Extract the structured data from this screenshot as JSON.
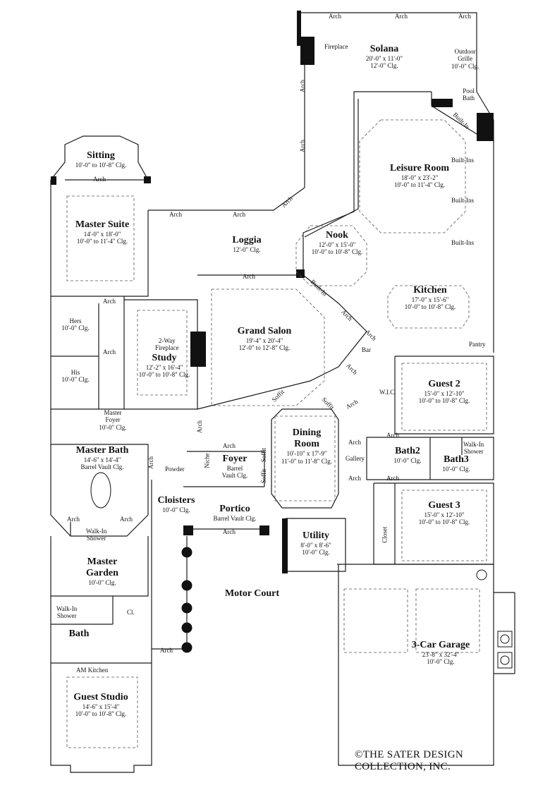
{
  "rooms": {
    "solana": {
      "name": "Solana",
      "d1": "20'-0\" x 11'-0\"",
      "d2": "12'-0\" Clg."
    },
    "fireplace": "Fireplace",
    "outdoor_grille": {
      "l1": "Outdoor",
      "l2": "Grille",
      "l3": "10'-0\" Clg."
    },
    "pool_bath": {
      "l1": "Pool",
      "l2": "Bath"
    },
    "sitting": {
      "name": "Sitting",
      "d1": "10'-0\" to 10'-8\" Clg."
    },
    "master_suite": {
      "name": "Master Suite",
      "d1": "14'-0\" x 18'-0\"",
      "d2": "10'-0\" to 11'-4\" Clg."
    },
    "leisure_room": {
      "name": "Leisure Room",
      "d1": "18'-0\" x 23'-2\"",
      "d2": "10'-0\" to 11'-4\" Clg."
    },
    "loggia": {
      "name": "Loggia",
      "d1": "12'-0\" Clg."
    },
    "nook": {
      "name": "Nook",
      "d1": "12'-0\" x 15'-0\"",
      "d2": "10'-0\" to 10'-8\" Clg."
    },
    "kitchen": {
      "name": "Kitchen",
      "d1": "17'-0\" x 15'-6\"",
      "d2": "10'-0\" to 10'-8\" Clg."
    },
    "hers": {
      "name": "Hers",
      "d1": "10'-0\" Clg."
    },
    "his": {
      "name": "His",
      "d1": "10'-0\" Clg."
    },
    "grand_salon": {
      "name": "Grand Salon",
      "d1": "19'-4\" x 20'-4\"",
      "d2": "12'-0\" to 12'-8\" Clg."
    },
    "two_way_fireplace": {
      "l1": "2-Way",
      "l2": "Fireplace"
    },
    "study": {
      "name": "Study",
      "d1": "12'-2\" x 16'-4\"",
      "d2": "10'-0\" to 10'-8\" Clg."
    },
    "bar": "Bar",
    "wic": "W.I.C.",
    "pantry": "Pantry",
    "guest2": {
      "name": "Guest 2",
      "d1": "15'-0\" x 12'-10\"",
      "d2": "10'-0\" to 10'-8\" Clg."
    },
    "master_foyer": {
      "l1": "Master",
      "l2": "Foyer",
      "l3": "10'-0\" Clg."
    },
    "master_bath": {
      "name": "Master Bath",
      "d1": "14'-6\" x 14'-4\"",
      "d2": "Barrel Vault Clg."
    },
    "powder": "Powder",
    "niche": "Niche",
    "foyer": {
      "name": "Foyer",
      "d1": "Barrel",
      "d2": "Vault Clg."
    },
    "dining_room": {
      "name1": "Dining",
      "name2": "Room",
      "d1": "10'-10\" x 17'-9\"",
      "d2": "11'-0\" to 11'-8\" Clg."
    },
    "gallery": "Gallery",
    "bath2": {
      "name": "Bath2",
      "d1": "10'-0\" Clg."
    },
    "bath3": {
      "name": "Bath3",
      "d1": "10'-0\" Clg."
    },
    "walkin_shower_bath3": {
      "l1": "Walk-In",
      "l2": "Shower"
    },
    "guest3": {
      "name": "Guest 3",
      "d1": "15'-0\" x 12'-10\"",
      "d2": "10'-0\" to 10'-8\" Clg."
    },
    "closet": "Closet",
    "cloisters": {
      "name": "Cloisters",
      "d1": "10'-0\" Clg."
    },
    "portico": {
      "name": "Portico",
      "d1": "Barrel Vault Clg."
    },
    "walkin_shower_master": {
      "l1": "Walk-In",
      "l2": "Shower"
    },
    "utility": {
      "name": "Utility",
      "d1": "8'-0\" x 8'-6\"",
      "d2": "10'-0\" Clg."
    },
    "master_garden": {
      "name1": "Master",
      "name2": "Garden",
      "d1": "10'-0\" Clg."
    },
    "motor_court": {
      "name": "Motor Court"
    },
    "walkin_shower_studio": {
      "l1": "Walk-In",
      "l2": "Shower"
    },
    "cl": "Cl.",
    "bath": {
      "name": "Bath"
    },
    "am_kitchen": "AM Kitchen",
    "garage": {
      "name": "3-Car Garage",
      "d1": "23'-8\" x 32'-4\"",
      "d2": "10'-0\"  Clg."
    },
    "guest_studio": {
      "name": "Guest Studio",
      "d1": "14'-6\" x 15'-4\"",
      "d2": "10'-0\" to 10'-8\" Clg."
    }
  },
  "labels": {
    "arch": "Arch",
    "built_in": "Built-In",
    "built_ins": "Built-Ins",
    "soffit": "Soffit"
  },
  "copyright": {
    "l1": "©THE SATER DESIGN",
    "l2": "COLLECTION, INC."
  },
  "colors": {
    "ink": "#111111",
    "line": "#1a1a1a",
    "dash": "#555555"
  }
}
